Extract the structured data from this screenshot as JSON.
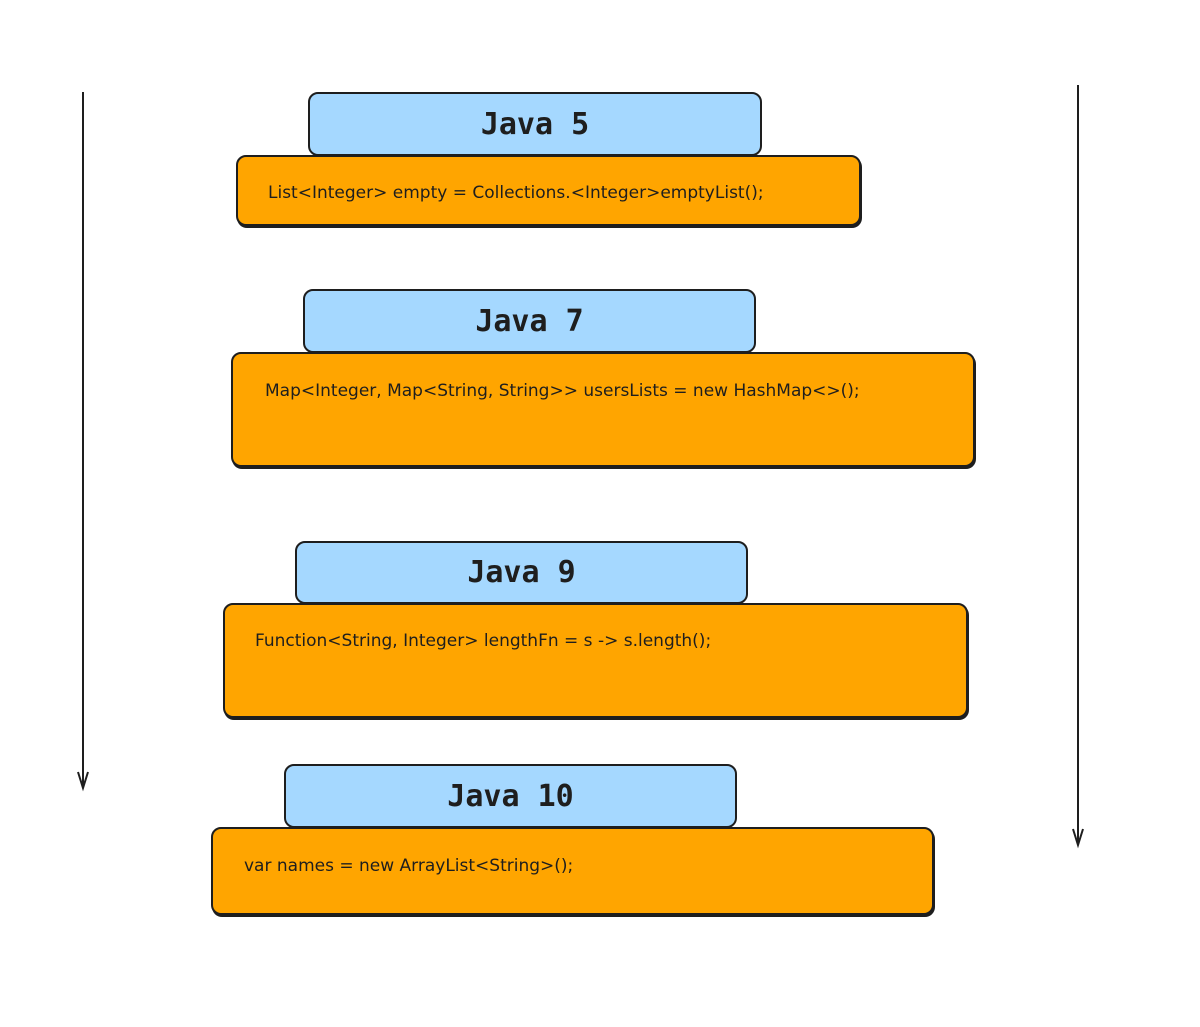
{
  "versions": [
    {
      "title": "Java 5",
      "code": "List<Integer> empty = Collections.<Integer>emptyList();"
    },
    {
      "title": "Java 7",
      "code": "Map<Integer, Map<String, String>> usersLists = new HashMap<>();"
    },
    {
      "title": "Java 9",
      "code": "Function<String, Integer> lengthFn = s -> s.length();"
    },
    {
      "title": "Java 10",
      "code": "var names = new ArrayList<String>();"
    }
  ],
  "colors": {
    "label": "#a5d8ff",
    "code": "#ffa500",
    "stroke": "#1e1e1e"
  }
}
